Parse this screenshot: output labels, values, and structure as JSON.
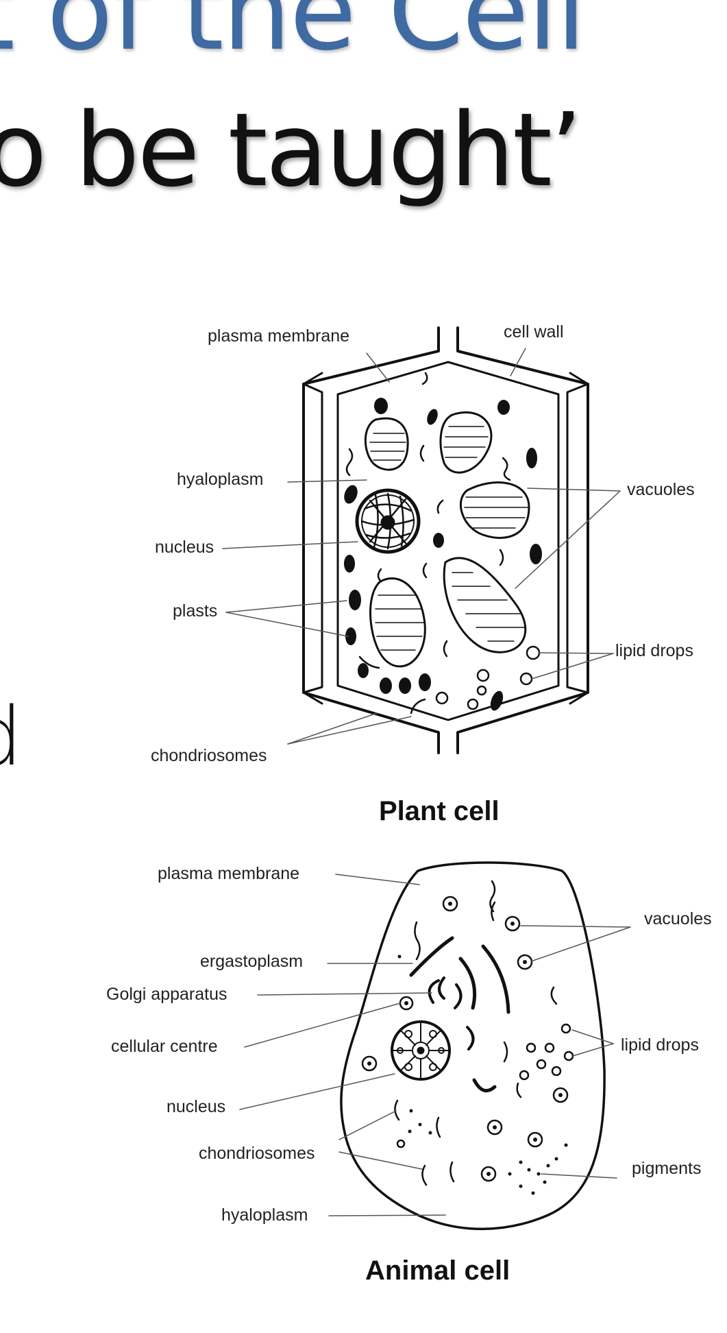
{
  "slide": {
    "title": "t of the Cell",
    "subtitle": "o be taught’",
    "fragment": "d"
  },
  "plant_cell": {
    "caption": "Plant cell",
    "labels": {
      "plasma_membrane": "plasma  membrane",
      "cell_wall": "cell wall",
      "hyaloplasm": "hyaloplasm",
      "vacuoles": "vacuoles",
      "nucleus": "nucleus",
      "plasts": "plasts",
      "lipid_drops": "lipid drops",
      "chondriosomes": "chondriosomes"
    }
  },
  "animal_cell": {
    "caption": "Animal cell",
    "labels": {
      "plasma_membrane": "plasma  membrane",
      "vacuoles": "vacuoles",
      "ergastoplasm": "ergastoplasm",
      "golgi_apparatus": "Golgi  apparatus",
      "lipid_drops": "lipid  drops",
      "cellular_centre": "cellular centre",
      "nucleus": "nucleus",
      "chondriosomes": "chondriosomes",
      "pigments": "pigments",
      "hyaloplasm": "hyaloplasm"
    }
  }
}
